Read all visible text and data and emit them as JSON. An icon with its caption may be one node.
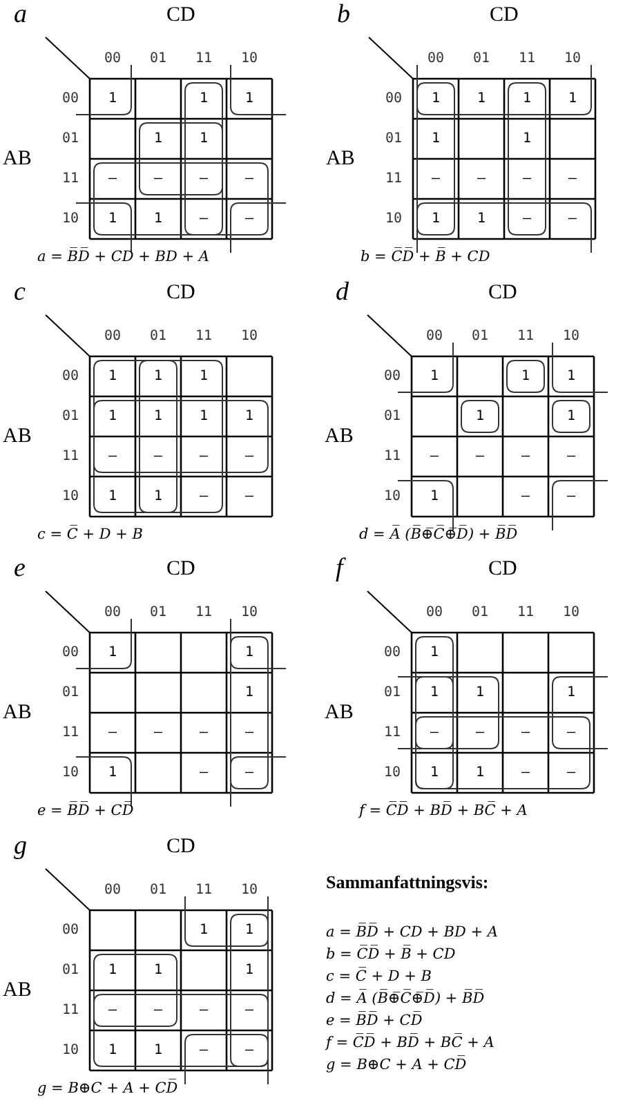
{
  "diagram": {
    "labels": [
      "a",
      "CD",
      "00",
      "01",
      "11",
      "10",
      "00",
      "1",
      "1",
      "1",
      "01",
      "1",
      "1",
      "AB",
      "11",
      "–",
      "–",
      "–",
      "–",
      "10",
      "1",
      "1",
      "–",
      "–",
      "a = B̅D̅ + CD + BD + A",
      "b",
      "CD",
      "00",
      "01",
      "11",
      "10",
      "00",
      "1",
      "1",
      "1",
      "1",
      "01",
      "1",
      "1",
      "AB",
      "11",
      "–",
      "–",
      "–",
      "–",
      "10",
      "1",
      "1",
      "–",
      "–",
      "b = C̅D̅ + B̅ + CD",
      "c",
      "CD",
      "00",
      "01",
      "11",
      "10",
      "00",
      "1",
      "1",
      "1",
      "01",
      "1",
      "1",
      "1",
      "1",
      "AB",
      "11",
      "–",
      "–",
      "–",
      "–",
      "10",
      "1",
      "1",
      "–",
      "–",
      "c = C̅ + D + B",
      "d",
      "CD",
      "00",
      "01",
      "11",
      "10",
      "00",
      "1",
      "1",
      "1",
      "01",
      "1",
      "1",
      "AB",
      "11",
      "–",
      "–",
      "–",
      "–",
      "10",
      "1",
      "–",
      "–",
      "d = A̅ (B̅⊕̅C̅⊕̅D̅) + B̅D̅",
      "e",
      "CD",
      "00",
      "01",
      "11",
      "10",
      "00",
      "1",
      "1",
      "01",
      "1",
      "AB",
      "11",
      "–",
      "–",
      "–",
      "–",
      "10",
      "1",
      "–",
      "–",
      "e = B̅D̅ + CD̅",
      "f",
      "CD",
      "00",
      "01",
      "11",
      "10",
      "00",
      "1",
      "01",
      "1",
      "1",
      "1",
      "AB",
      "11",
      "–",
      "–",
      "–",
      "–",
      "10",
      "1",
      "1",
      "–",
      "–",
      "f = C̅D̅ + BD̅ + BC̅ + A",
      "g",
      "CD",
      "00",
      "01",
      "11",
      "10",
      "00",
      "1",
      "1",
      "01",
      "1",
      "1",
      "1",
      "AB",
      "11",
      "–",
      "–",
      "–",
      "–",
      "10",
      "1",
      "1",
      "–",
      "–",
      "g = B⊕C + A + CD̅",
      "Sammanfattningsvis:",
      "a = B̅D̅ + CD + BD + A",
      "b = C̅D̅ + B̅ + CD",
      "c = C̅ + D + B",
      "d = A̅ (B̅⊕̅C̅⊕̅D̅) + B̅D̅",
      "e = B̅D̅ + CD̅",
      "f = C̅D̅ + BD̅ + BC̅ + A",
      "g = B⊕C + A + CD̅"
    ]
  }
}
